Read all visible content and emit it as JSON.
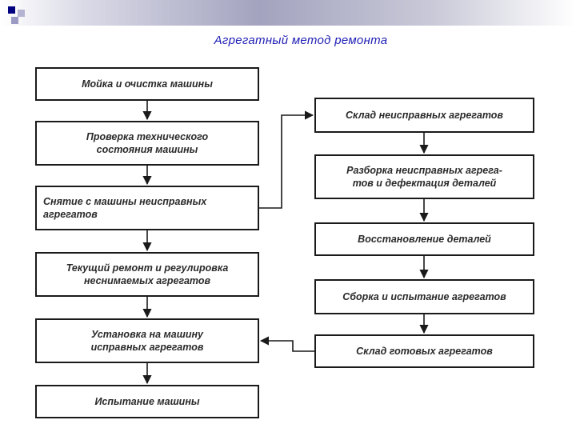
{
  "slide": {
    "title": "Агрегатный метод ремонта"
  },
  "flowchart": {
    "left_column": [
      {
        "id": "wash",
        "label": "Мойка и очистка машины"
      },
      {
        "id": "inspect",
        "label": "Проверка технического\nсостояния машины"
      },
      {
        "id": "remove",
        "label": "Снятие с машины неисправных\nагрегатов"
      },
      {
        "id": "repair",
        "label": "Текущий ремонт и регулировка\nнеснимаемых агрегатов"
      },
      {
        "id": "install",
        "label": "Установка на машину\nисправных агрегатов"
      },
      {
        "id": "test",
        "label": "Испытание машины"
      }
    ],
    "right_column": [
      {
        "id": "faulty_store",
        "label": "Склад неисправных агрегатов"
      },
      {
        "id": "disassembly",
        "label": "Разборка неисправных агрега-\nтов и дефектация деталей"
      },
      {
        "id": "restore",
        "label": "Восстановление деталей"
      },
      {
        "id": "assembly",
        "label": "Сборка и испытание агрегатов"
      },
      {
        "id": "ready_store",
        "label": "Склад готовых агрегатов"
      }
    ]
  },
  "colors": {
    "title": "#1e1eb4",
    "box_border": "#1a1a1a",
    "arrow": "#1a1a1a",
    "bullet_dark": "#000080",
    "bullet_light": "#b4b4d2"
  }
}
